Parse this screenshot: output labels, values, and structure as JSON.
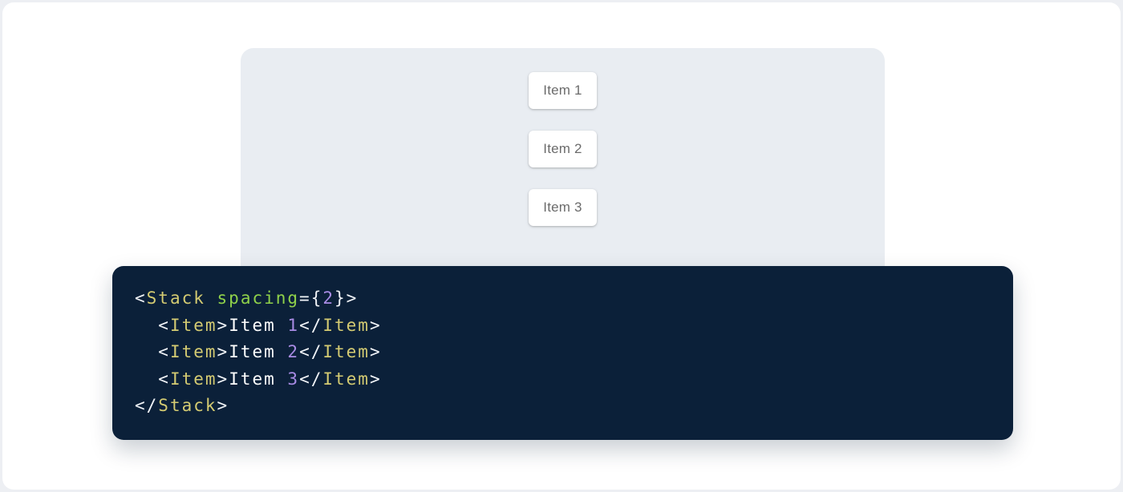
{
  "theme": {
    "outer_background": "#edeff3",
    "page_background": "#ffffff",
    "panel_background": "#e9edf2",
    "card_background": "#ffffff",
    "card_text_color": "#6b6b6b",
    "code_background": "#0b2039",
    "code_text_color": "#ffffff",
    "syntax_colors": {
      "tag": "#d4cb72",
      "attr_name": "#8fd14a",
      "number": "#a88be4",
      "punctuation": "#f1f4f8",
      "plain": "#ffffff"
    }
  },
  "demo": {
    "items": [
      "Item 1",
      "Item 2",
      "Item 3"
    ]
  },
  "code_block": {
    "language": "jsx",
    "source": "<Stack spacing={2}>\n  <Item>Item 1</Item>\n  <Item>Item 2</Item>\n  <Item>Item 3</Item>\n</Stack>",
    "lines": [
      [
        {
          "t": "punc",
          "v": "<"
        },
        {
          "t": "tag",
          "v": "Stack"
        },
        {
          "t": "plain",
          "v": " "
        },
        {
          "t": "attr",
          "v": "spacing"
        },
        {
          "t": "punc",
          "v": "="
        },
        {
          "t": "punc",
          "v": "{"
        },
        {
          "t": "num",
          "v": "2"
        },
        {
          "t": "punc",
          "v": "}>"
        }
      ],
      [
        {
          "t": "plain",
          "v": "  "
        },
        {
          "t": "punc",
          "v": "<"
        },
        {
          "t": "tag",
          "v": "Item"
        },
        {
          "t": "punc",
          "v": ">"
        },
        {
          "t": "plain",
          "v": "Item "
        },
        {
          "t": "num",
          "v": "1"
        },
        {
          "t": "punc",
          "v": "</"
        },
        {
          "t": "tag",
          "v": "Item"
        },
        {
          "t": "punc",
          "v": ">"
        }
      ],
      [
        {
          "t": "plain",
          "v": "  "
        },
        {
          "t": "punc",
          "v": "<"
        },
        {
          "t": "tag",
          "v": "Item"
        },
        {
          "t": "punc",
          "v": ">"
        },
        {
          "t": "plain",
          "v": "Item "
        },
        {
          "t": "num",
          "v": "2"
        },
        {
          "t": "punc",
          "v": "</"
        },
        {
          "t": "tag",
          "v": "Item"
        },
        {
          "t": "punc",
          "v": ">"
        }
      ],
      [
        {
          "t": "plain",
          "v": "  "
        },
        {
          "t": "punc",
          "v": "<"
        },
        {
          "t": "tag",
          "v": "Item"
        },
        {
          "t": "punc",
          "v": ">"
        },
        {
          "t": "plain",
          "v": "Item "
        },
        {
          "t": "num",
          "v": "3"
        },
        {
          "t": "punc",
          "v": "</"
        },
        {
          "t": "tag",
          "v": "Item"
        },
        {
          "t": "punc",
          "v": ">"
        }
      ],
      [
        {
          "t": "punc",
          "v": "</"
        },
        {
          "t": "tag",
          "v": "Stack"
        },
        {
          "t": "punc",
          "v": ">"
        }
      ]
    ]
  }
}
